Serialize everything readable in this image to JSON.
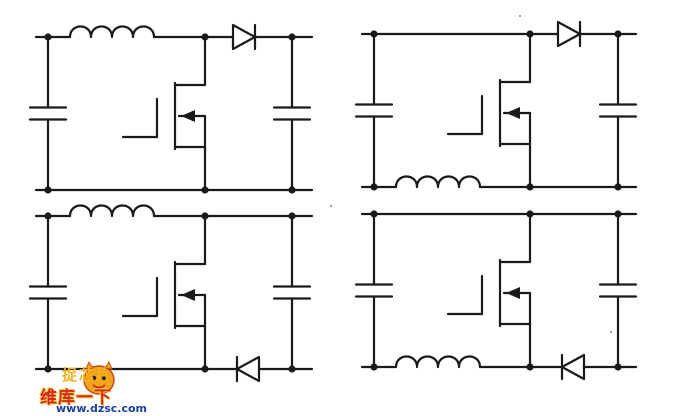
{
  "figure": {
    "panels": [
      {
        "id": "top-left",
        "inductor": "top",
        "diode": "top"
      },
      {
        "id": "top-right",
        "inductor": "bottom",
        "diode": "top"
      },
      {
        "id": "bottom-left",
        "inductor": "top",
        "diode": "bottom"
      },
      {
        "id": "bottom-right",
        "inductor": "bottom",
        "diode": "bottom"
      }
    ]
  },
  "watermark": {
    "top_text": "捉芯片",
    "main_text": "维库一下",
    "url": "www.dzsc.com"
  },
  "colors": {
    "line": "#1a1a1a",
    "watermark_red": "#d6281e",
    "watermark_yellow": "#f3b21d",
    "watermark_blue": "#1b3fa8"
  }
}
